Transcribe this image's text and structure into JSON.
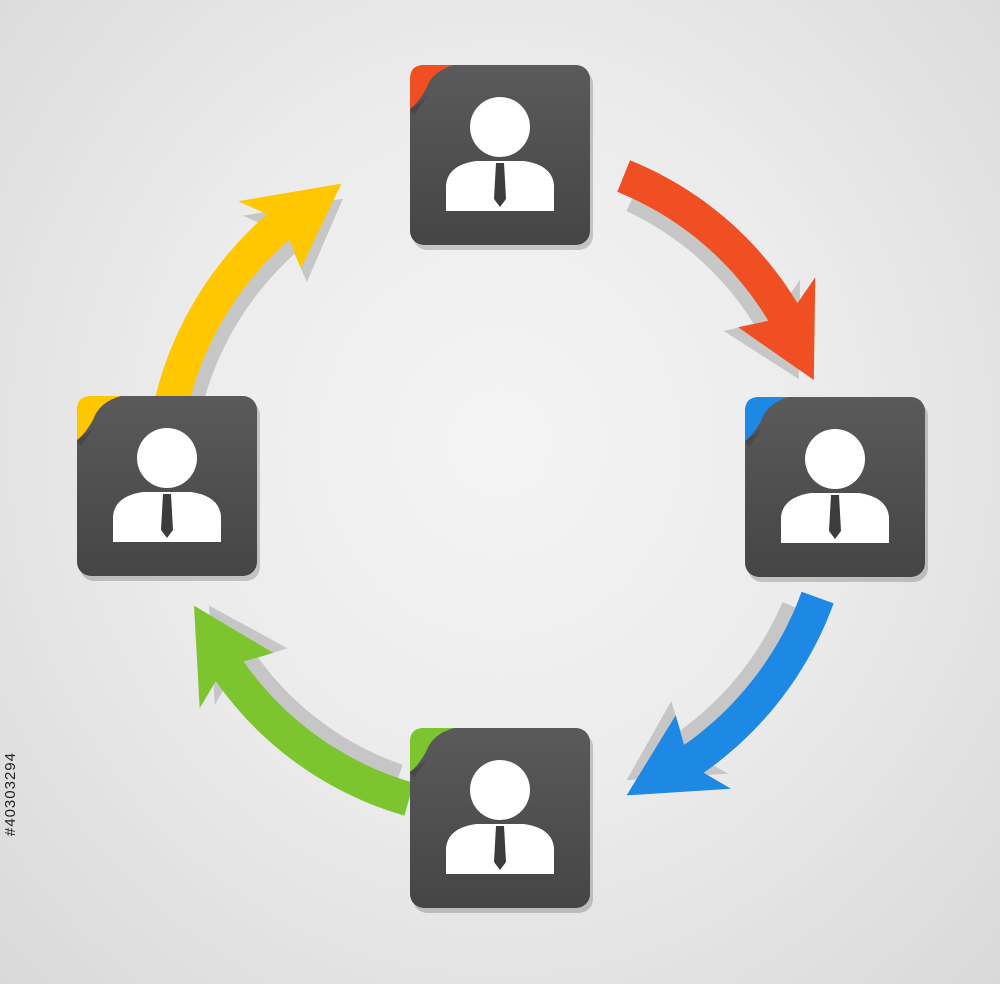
{
  "diagram": {
    "type": "cycle",
    "nodes": [
      {
        "id": "top",
        "icon": "businessman-icon",
        "accent": "#f04e23"
      },
      {
        "id": "right",
        "icon": "businessman-icon",
        "accent": "#1e88e5"
      },
      {
        "id": "bottom",
        "icon": "businessman-icon",
        "accent": "#7cc52f"
      },
      {
        "id": "left",
        "icon": "businessman-icon",
        "accent": "#ffc700"
      }
    ],
    "arrows": [
      {
        "from": "top",
        "to": "right",
        "color": "#f04e23"
      },
      {
        "from": "right",
        "to": "bottom",
        "color": "#1e88e5"
      },
      {
        "from": "bottom",
        "to": "left",
        "color": "#7cc52f"
      },
      {
        "from": "left",
        "to": "top",
        "color": "#ffc700"
      }
    ],
    "tile_color": "#505050"
  },
  "watermark": {
    "side_id": "#40303294"
  }
}
